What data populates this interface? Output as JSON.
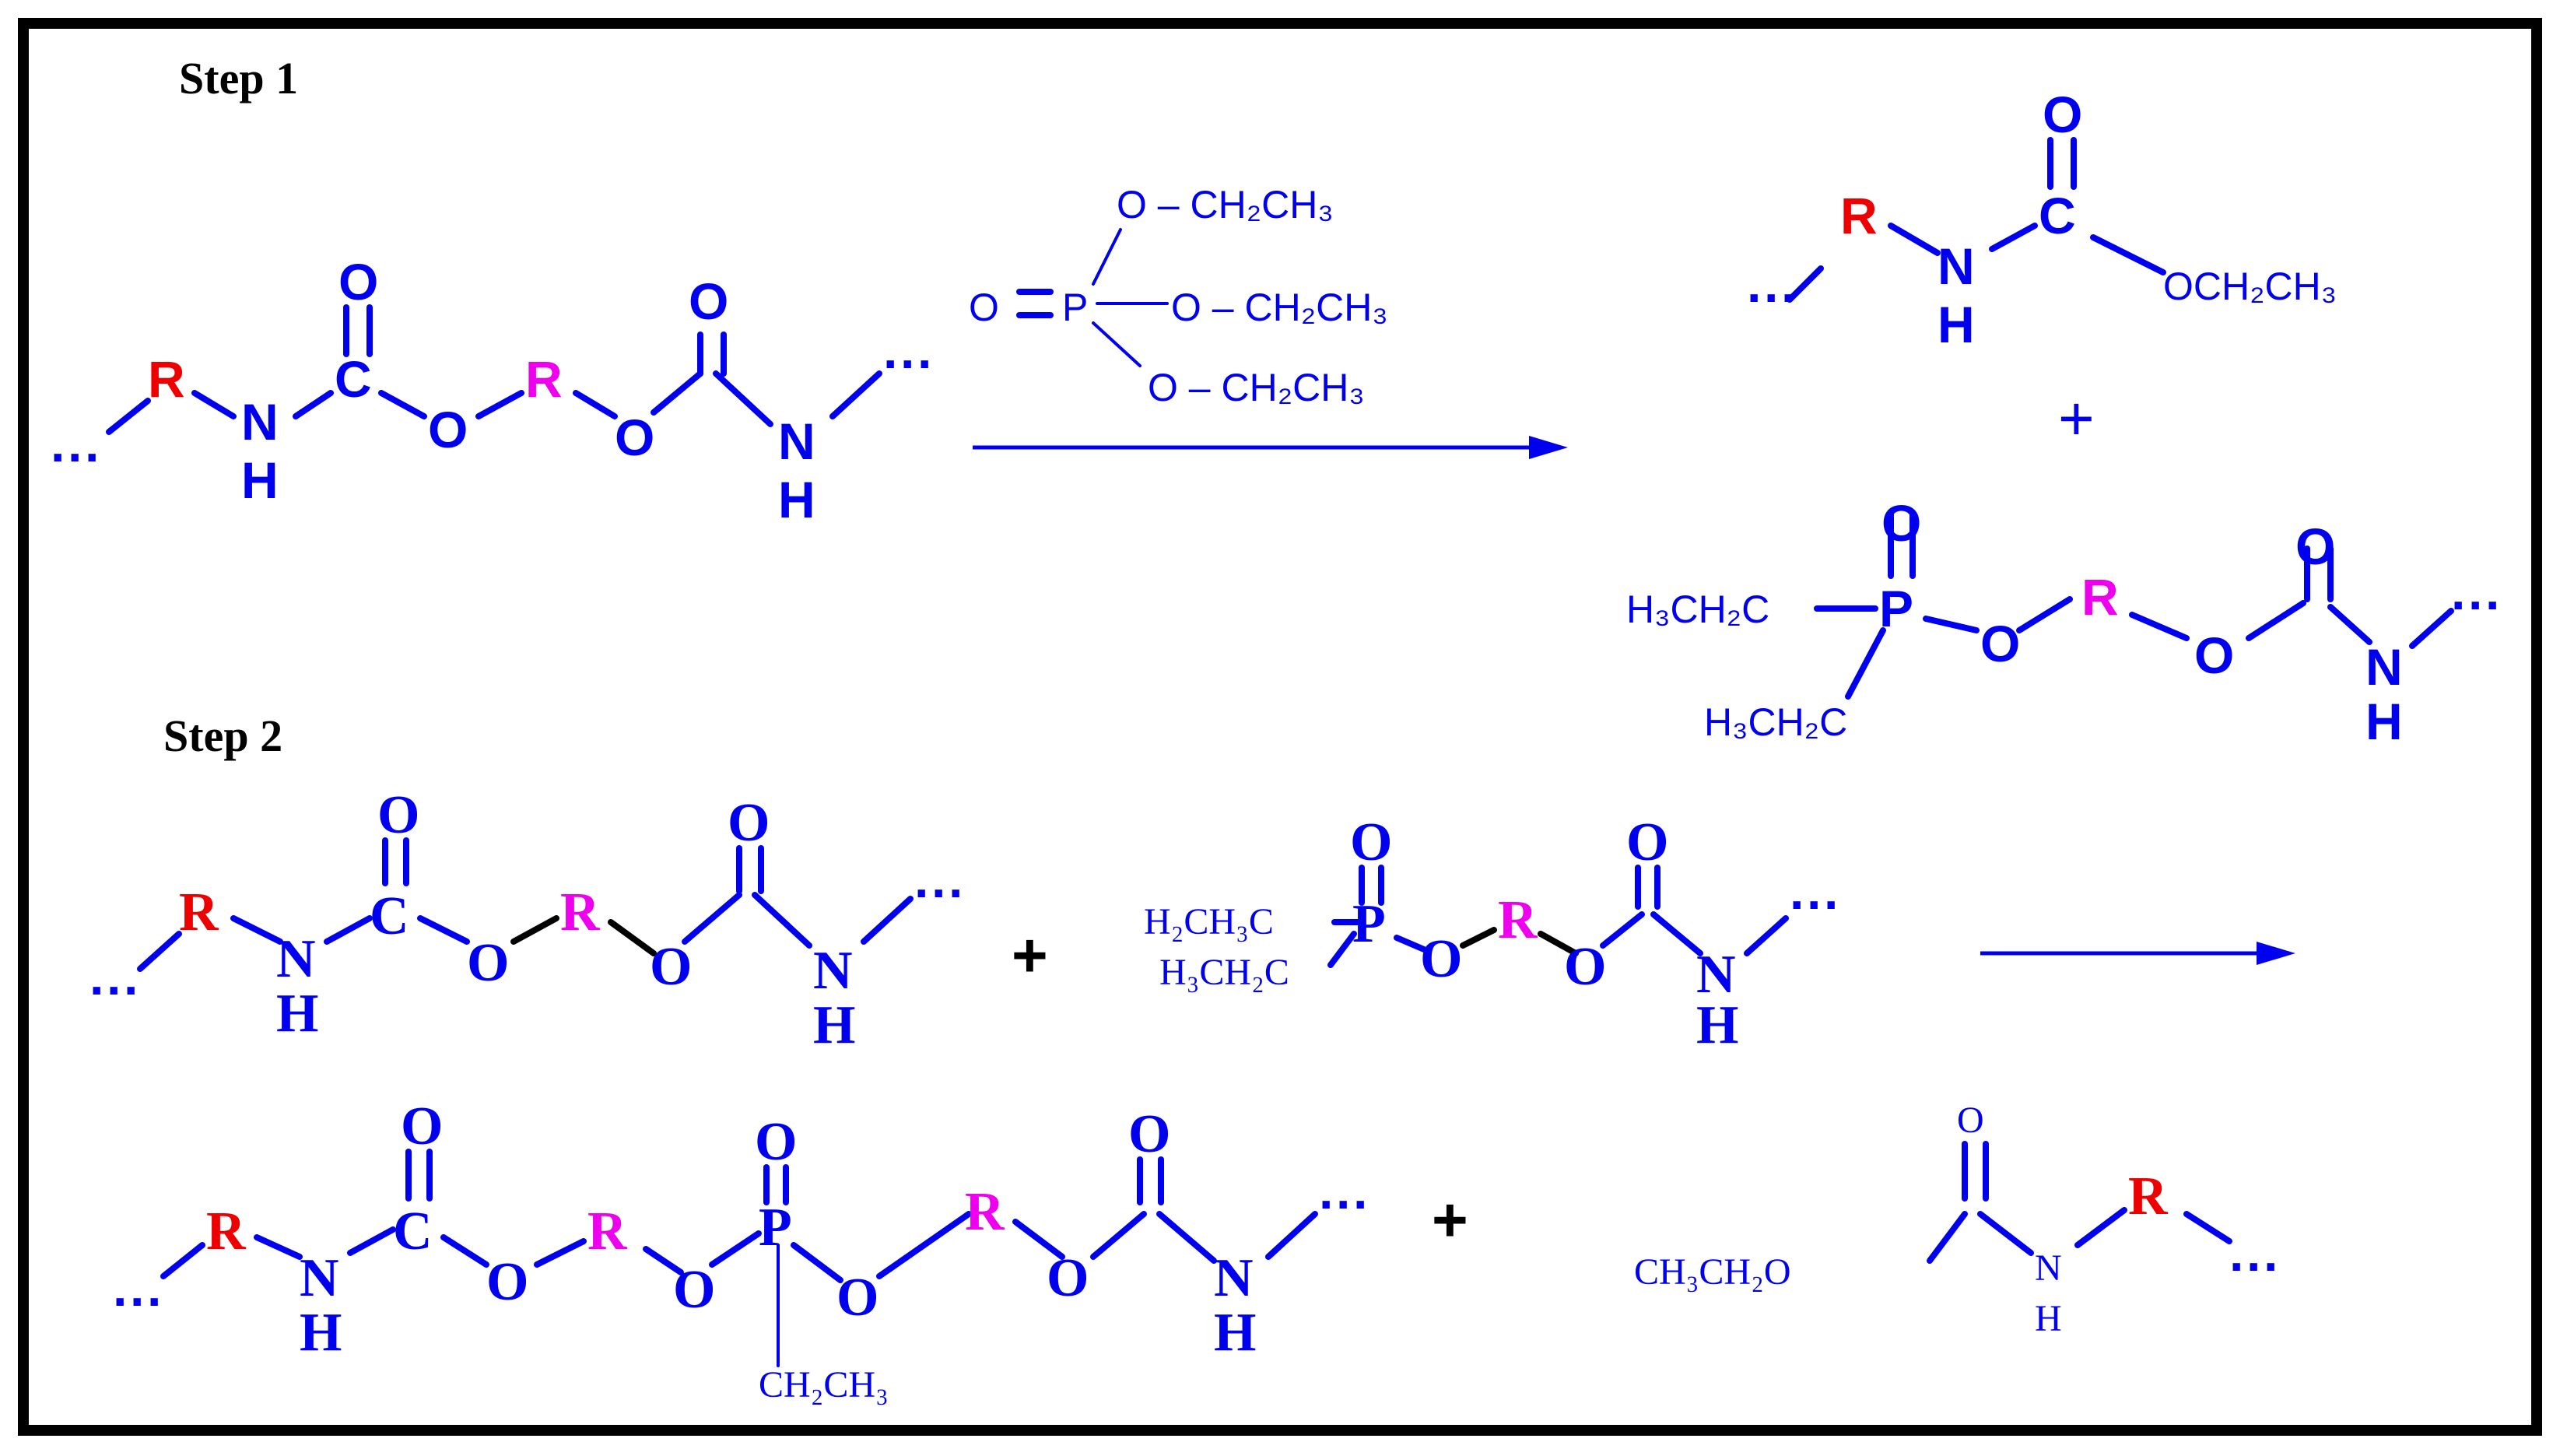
{
  "steps": {
    "step1": "Step 1",
    "step2": "Step 2"
  },
  "atoms": {
    "O": "O",
    "C": "C",
    "N": "N",
    "H": "H",
    "R": "R",
    "P": "P",
    "dots": "···",
    "plus": "+",
    "OCH2CH3": "OCH₂CH₃",
    "O_CH2CH3": "O – CH₂CH₃",
    "H3CH2C": "H₃CH₂C",
    "H2CH3C": "H₂CH₃C",
    "CH2CH3": "CH₂CH₃",
    "CH3CH2O": "CH₃CH₂O"
  },
  "colors": {
    "bonds": "#0000ee",
    "R_amine": "#ee0000",
    "R_polyol": "#ee00ee",
    "frame": "#000000"
  }
}
